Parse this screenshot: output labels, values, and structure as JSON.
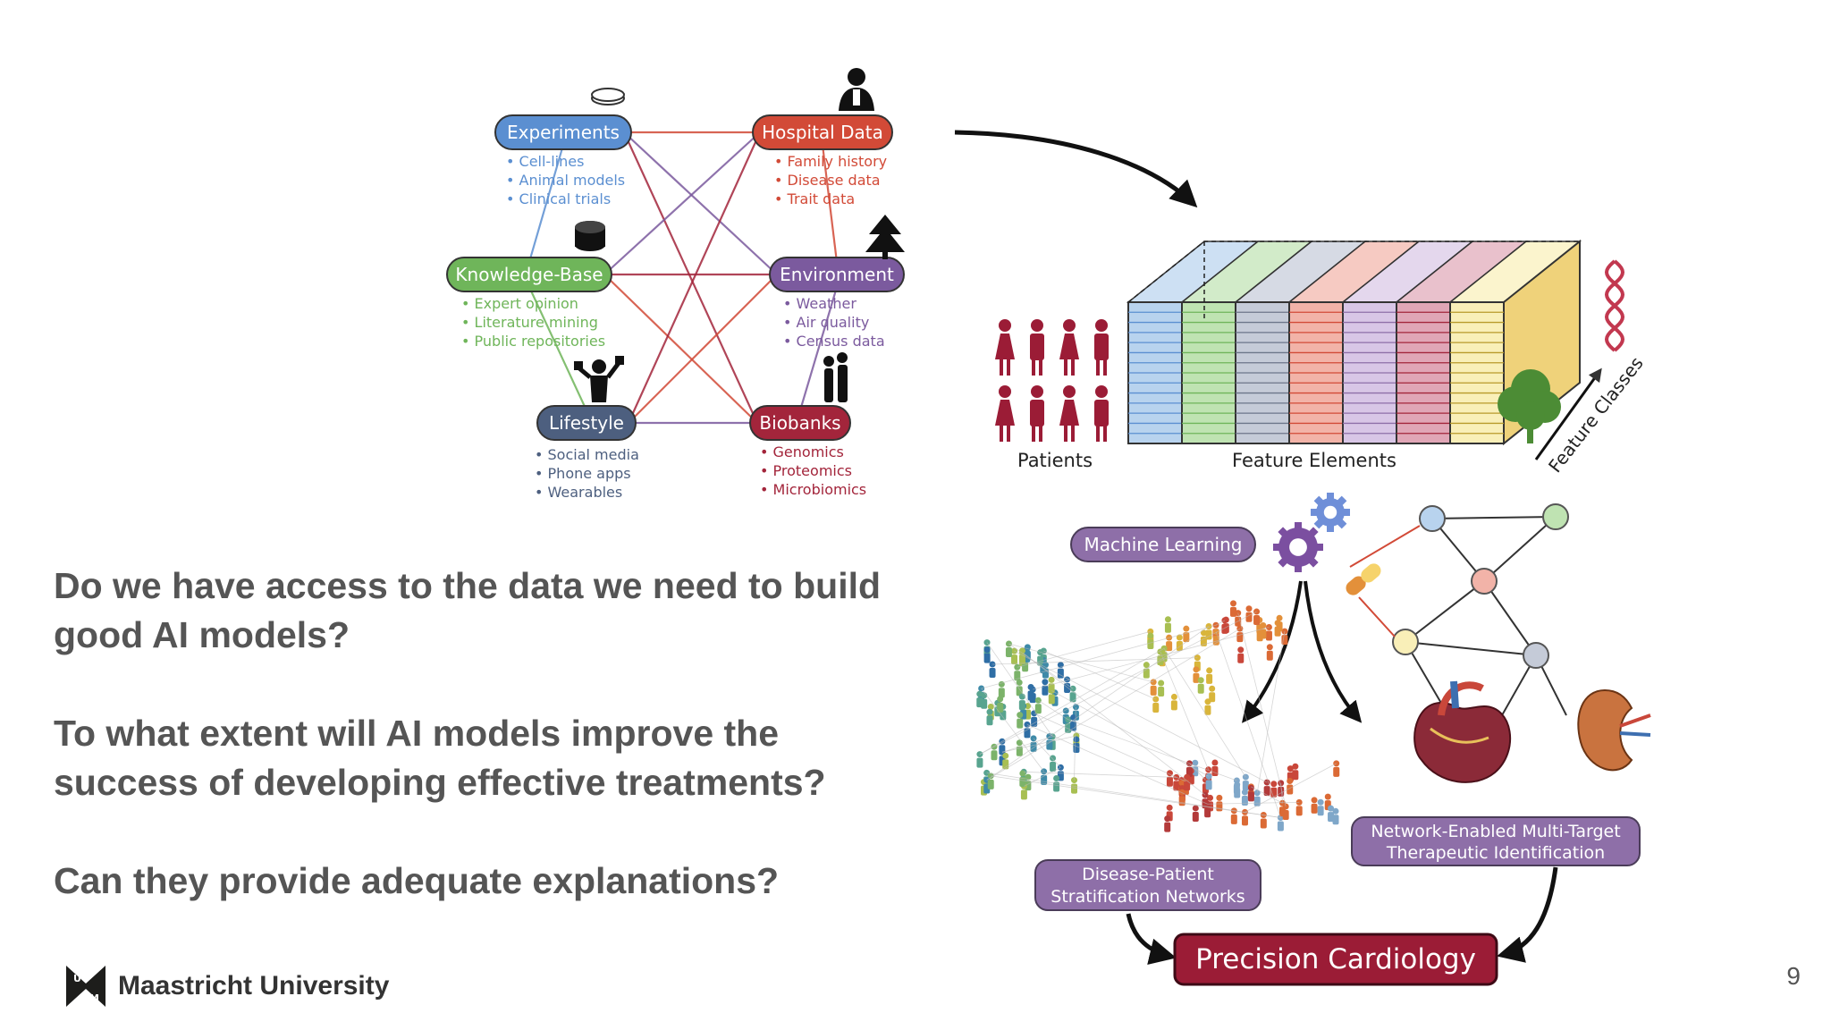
{
  "slide": {
    "questions": [
      "Do we have access to the data we need to build good AI models?",
      "To what extent will AI models improve the success of developing effective treatments?",
      "Can they provide adequate explanations?"
    ],
    "page_number": "9",
    "institution": "Maastricht University"
  },
  "network": {
    "nodes": [
      {
        "label": "Experiments",
        "items": [
          "Cell-lines",
          "Animal models",
          "Clinical trials"
        ],
        "color": "#5b8fd1"
      },
      {
        "label": "Hospital Data",
        "items": [
          "Family history",
          "Disease data",
          "Trait data"
        ],
        "color": "#d24a37"
      },
      {
        "label": "Knowledge-Base",
        "items": [
          "Expert opinion",
          "Literature mining",
          "Public repositories"
        ],
        "color": "#6fb55a"
      },
      {
        "label": "Environment",
        "items": [
          "Weather",
          "Air quality",
          "Census data"
        ],
        "color": "#7b5a9e"
      },
      {
        "label": "Lifestyle",
        "items": [
          "Social media",
          "Phone apps",
          "Wearables"
        ],
        "color": "#4d5f7f"
      },
      {
        "label": "Biobanks",
        "items": [
          "Genomics",
          "Proteomics",
          "Microbiomics"
        ],
        "color": "#a3253b"
      }
    ]
  },
  "cube": {
    "patients_label": "Patients",
    "features_label": "Feature Elements",
    "classes_label": "Feature Classes",
    "column_colors": [
      "#b8d3ee",
      "#bfe3b2",
      "#c5cbd8",
      "#f2b3a8",
      "#d8c6e6",
      "#e0a6b6",
      "#f9efb8"
    ]
  },
  "bottom": {
    "ml_label": "Machine Learning",
    "stratification_label": [
      "Disease-Patient",
      "Stratification Networks"
    ],
    "network_label": [
      "Network-Enabled Multi-Target",
      "Therapeutic Identification"
    ],
    "precision_label": "Precision Cardiology"
  },
  "colors": {
    "question_text": "#555555",
    "label_purple": "#8e6fa8",
    "precision_red": "#9b1c36"
  }
}
